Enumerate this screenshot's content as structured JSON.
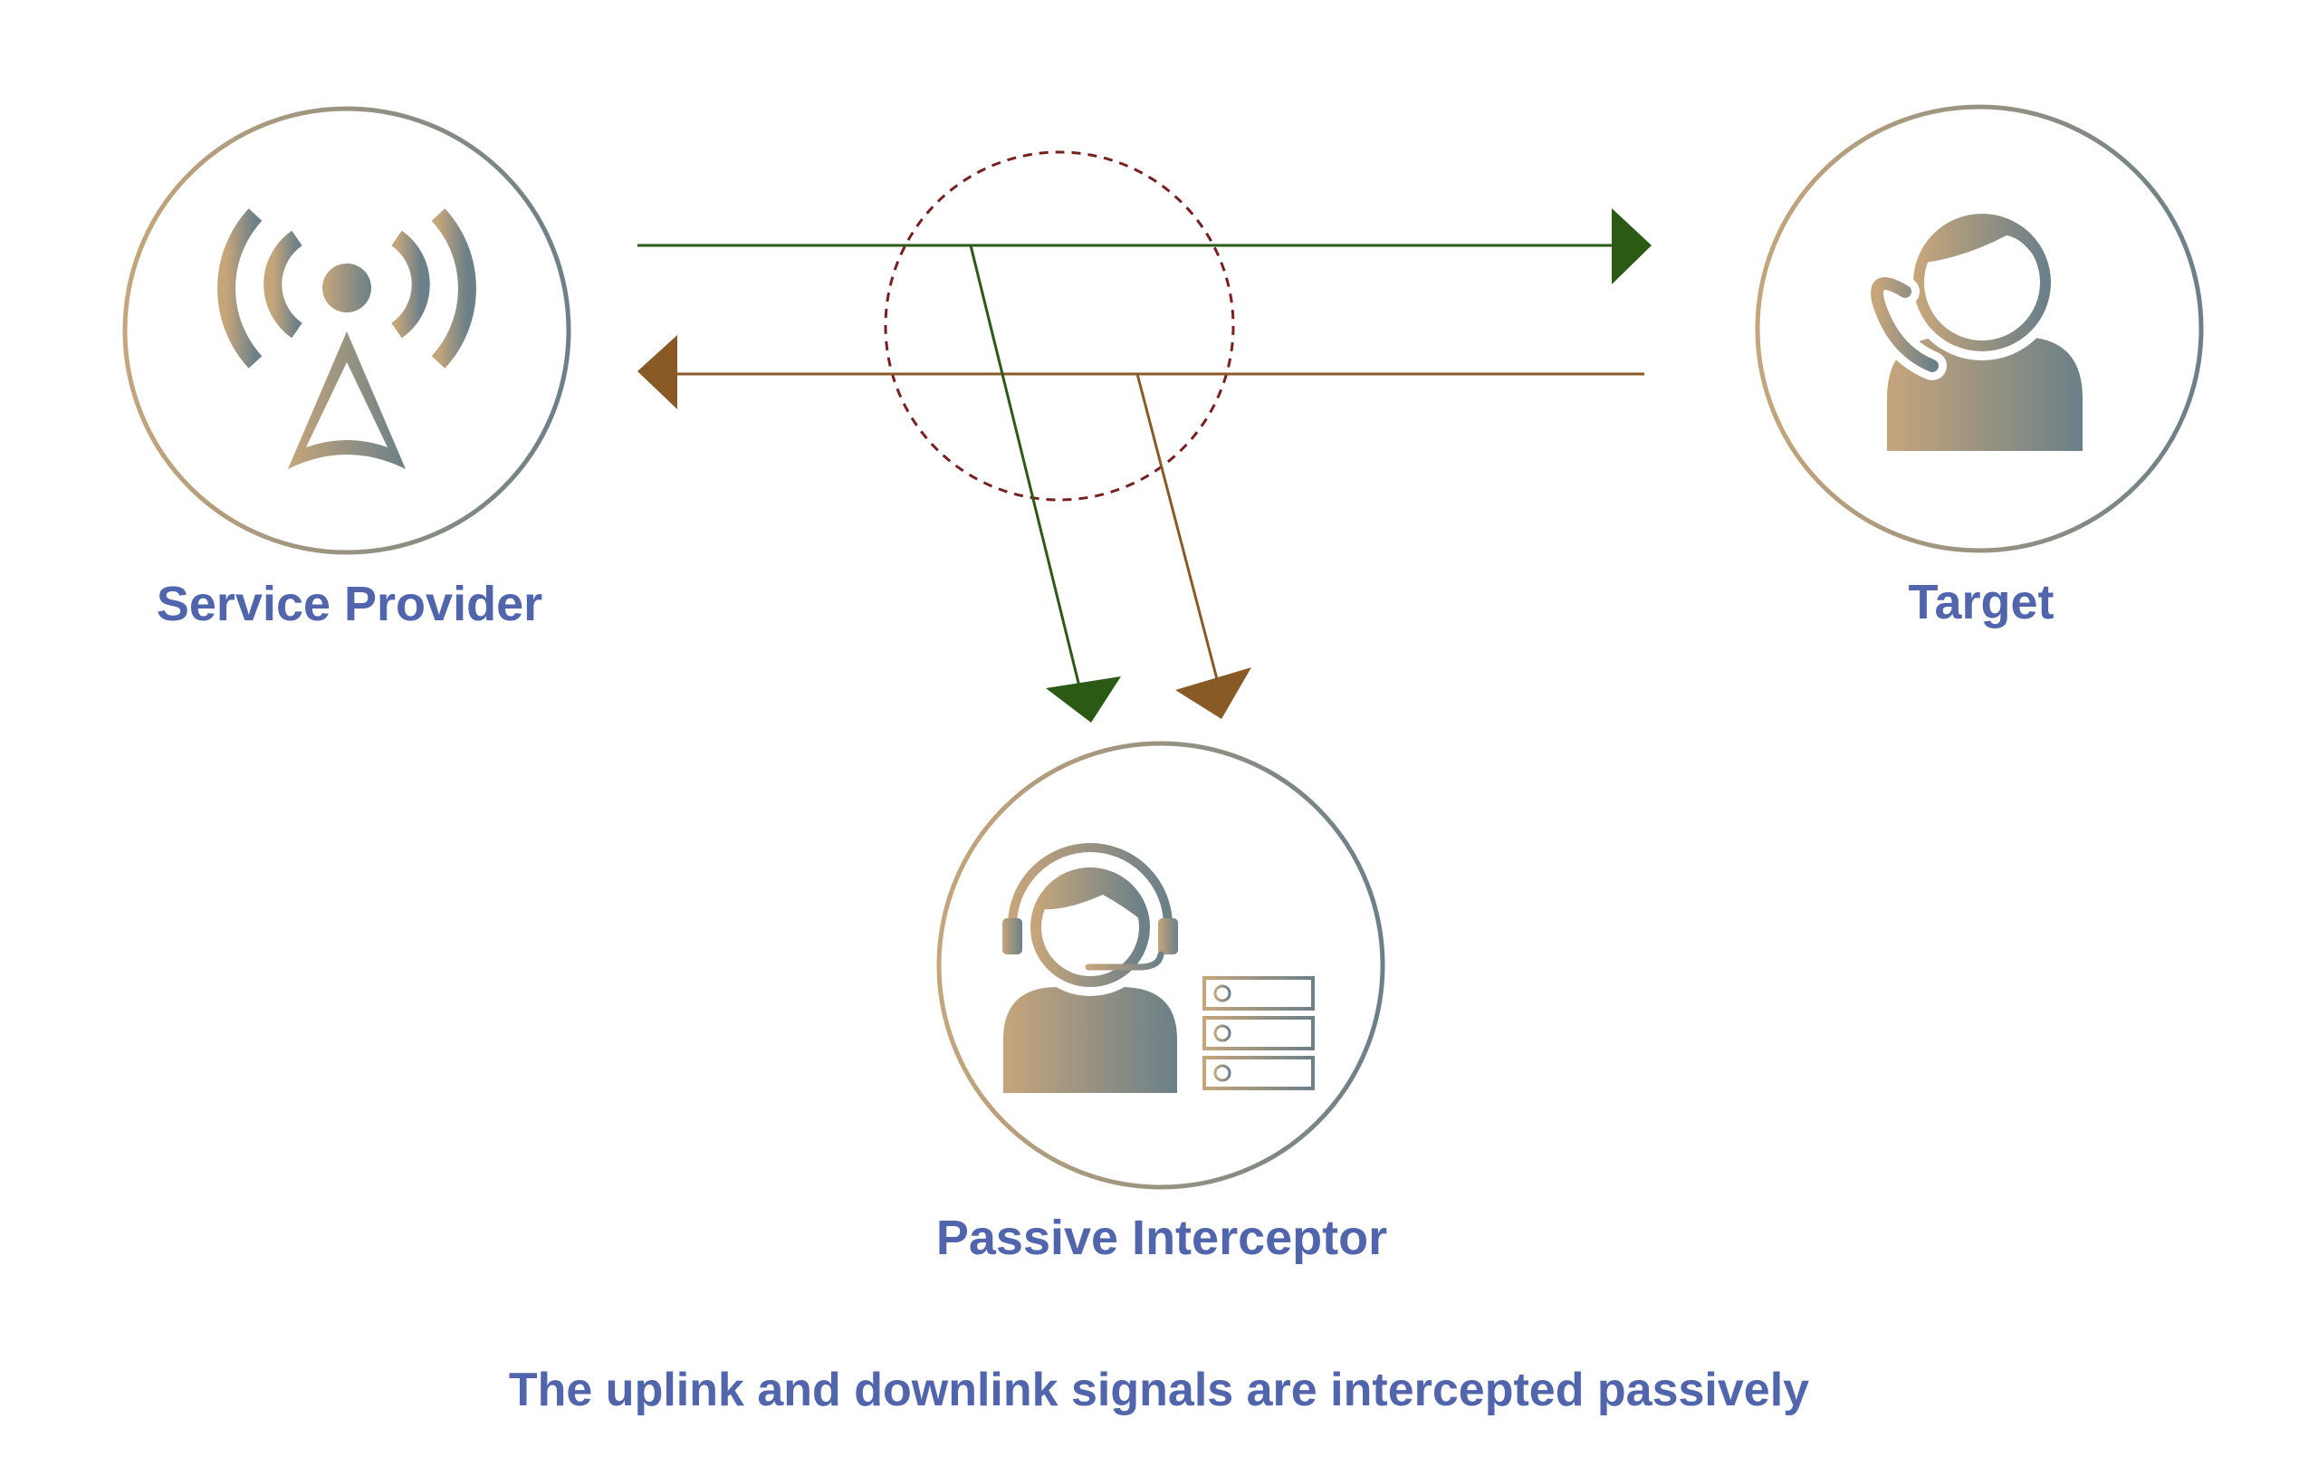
{
  "nodes": {
    "service_provider": {
      "label": "Service Provider",
      "icon": "cell-tower-icon"
    },
    "target": {
      "label": "Target",
      "icon": "person-on-phone-icon"
    },
    "passive_interceptor": {
      "label": "Passive Interceptor",
      "icon": "operator-with-headset-and-servers-icon"
    }
  },
  "caption": "The uplink and downlink signals are intercepted passively",
  "colors": {
    "label_text": "#5165ad",
    "downlink_arrow": "#2a5a14",
    "uplink_arrow": "#8a5a26",
    "interception_zone": "#7a1f1f",
    "icon_gradient_start": "#c6a57b",
    "icon_gradient_end": "#6b8088"
  }
}
